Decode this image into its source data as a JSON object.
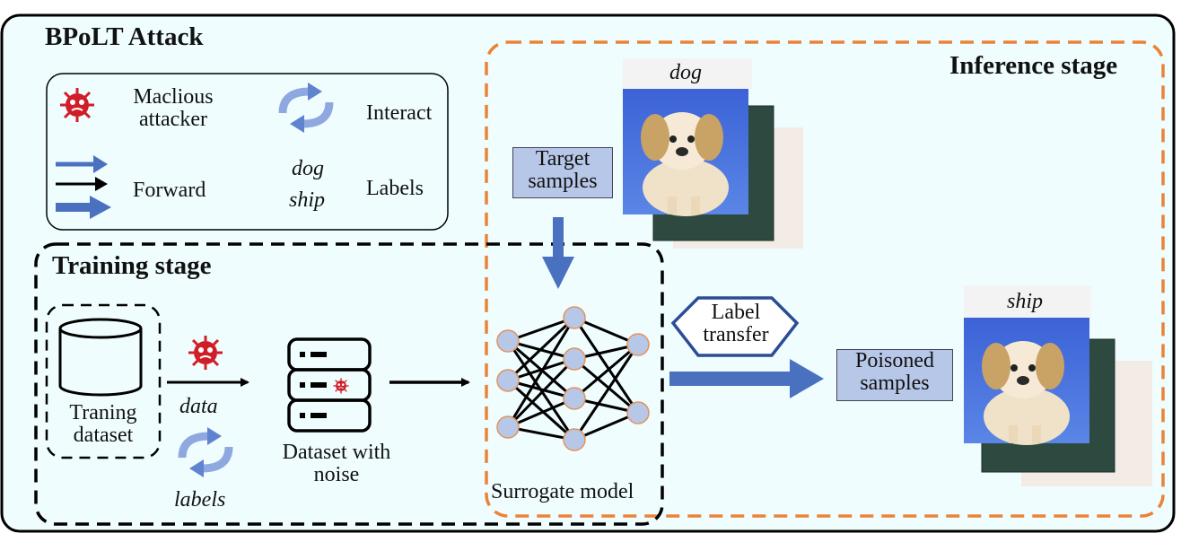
{
  "title": "BPoLT Attack",
  "inference_stage": {
    "label": "Inference stage"
  },
  "training_stage": {
    "label": "Training stage"
  },
  "legend": {
    "malicious_attacker": "Maclious attacker",
    "interact": "Interact",
    "forward": "Forward",
    "labels": "Labels",
    "label_examples": [
      "dog",
      "ship"
    ]
  },
  "training": {
    "dataset_label": "Traning dataset",
    "data_arrow_label": "data",
    "labels_arrow_label": "labels",
    "noisy_dataset_label": "Dataset with noise",
    "model_label": "Surrogate model"
  },
  "inference": {
    "target_samples": "Target samples",
    "target_image_label": "dog",
    "label_transfer": "Label transfer",
    "poisoned_samples": "Poisoned samples",
    "poisoned_image_label": "ship"
  },
  "colors": {
    "background": "#effdfe",
    "inference_border": "#ea8338",
    "arrow_blue": "#4a70c0",
    "attacker_red": "#d01e28",
    "node_fill": "#b7c7e8",
    "box_fill": "#b7c7e8",
    "image_sky": "#3c62d6"
  },
  "icons": [
    "virus-icon",
    "cycle-arrows-icon",
    "cylinder-icon",
    "server-icon",
    "neural-network-icon",
    "dog-image-icon"
  ]
}
